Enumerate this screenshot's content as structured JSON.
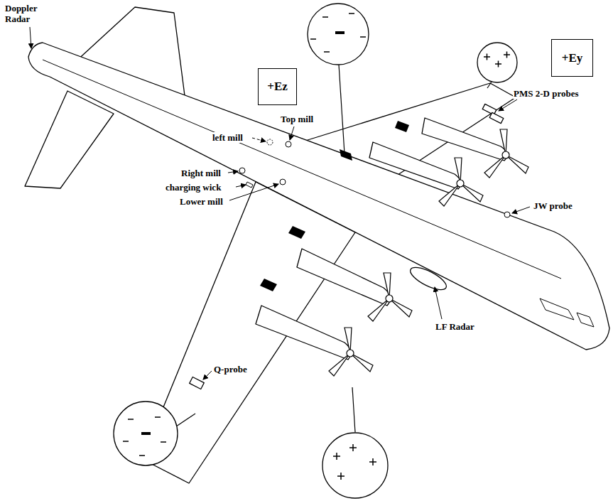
{
  "diagram": {
    "nodes": [
      {
        "text": [
          "+Ez"
        ]
      },
      {
        "text": [
          "+Ey"
        ]
      }
    ],
    "labels": [
      "Doppler Radar",
      "Top mill",
      "left mill",
      "Right mill",
      "charging wick",
      "Lower mill",
      "PMS 2-D probes",
      "JW probe",
      "LF Radar",
      "Q-probe"
    ]
  }
}
